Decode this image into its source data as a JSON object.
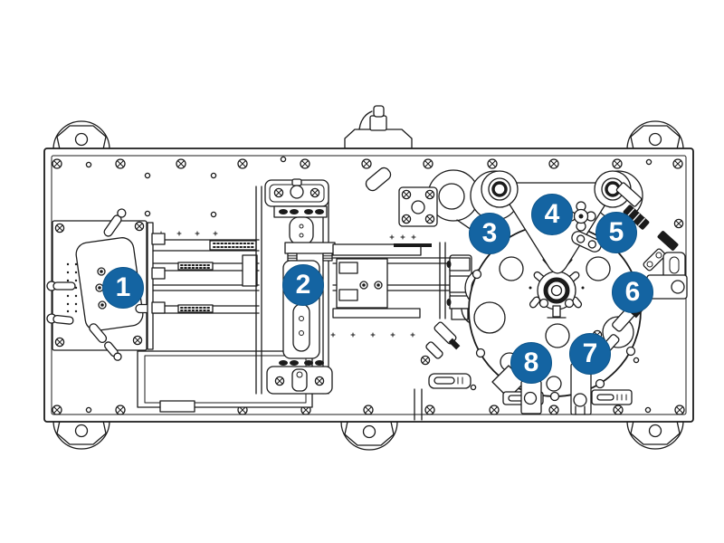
{
  "figure": {
    "description": "Top-view CAD line drawing of an automated assembly machine on a base plate, with eight numbered component callout hotspots"
  },
  "colors": {
    "callout_bg": "#1464a2",
    "callout_text": "#ffffff",
    "line": "#1b1b1b",
    "canvas": "#ffffff"
  },
  "callouts": [
    {
      "label": "1"
    },
    {
      "label": "2"
    },
    {
      "label": "3"
    },
    {
      "label": "4"
    },
    {
      "label": "5"
    },
    {
      "label": "6"
    },
    {
      "label": "7"
    },
    {
      "label": "8"
    }
  ]
}
